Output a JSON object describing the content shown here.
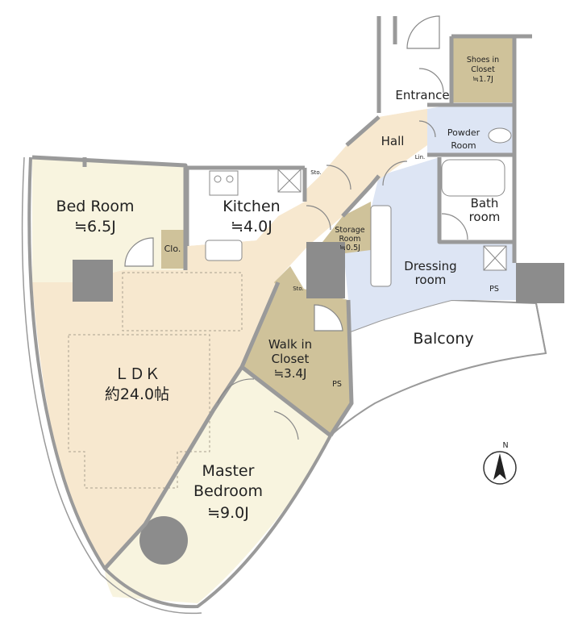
{
  "colors": {
    "wall": "#999999",
    "column": "#8c8c8c",
    "living": "#f7e8cf",
    "bedroom": "#f8f4df",
    "closet": "#cfc29a",
    "wet": "#dde5f4",
    "balcony": "#ffffff",
    "outline": "#9a9a9a"
  },
  "rooms": {
    "bed_room": {
      "name": "Bed Room",
      "size": "≒6.5J"
    },
    "kitchen": {
      "name": "Kitchen",
      "size": "≒4.0J"
    },
    "ldk": {
      "name": "ＬＤＫ",
      "size": "約24.0帖"
    },
    "master": {
      "name_1": "Master",
      "name_2": "Bedroom",
      "size": "≒9.0J"
    },
    "walk_in": {
      "name_1": "Walk in",
      "name_2": "Closet",
      "size": "≒3.4J"
    },
    "dressing": {
      "name_1": "Dressing",
      "name_2": "room"
    },
    "storage": {
      "name_1": "Storage",
      "name_2": "Room",
      "size": "≒0.5J"
    },
    "bath": {
      "name_1": "Bath",
      "name_2": "room"
    },
    "powder": {
      "name_1": "Powder",
      "name_2": "Room"
    },
    "shoes": {
      "name_1": "Shoes in",
      "name_2": "Closet",
      "size": "≒1.7J"
    },
    "entrance": {
      "name": "Entrance"
    },
    "hall": {
      "name": "Hall"
    },
    "balcony": {
      "name": "Balcony"
    }
  },
  "small_labels": {
    "clo": "Clo.",
    "sto_1": "Sto.",
    "sto_2": "Sto.",
    "lin": "Lin.",
    "ps_1": "PS",
    "ps_2": "PS"
  },
  "compass": {
    "label": "N"
  }
}
